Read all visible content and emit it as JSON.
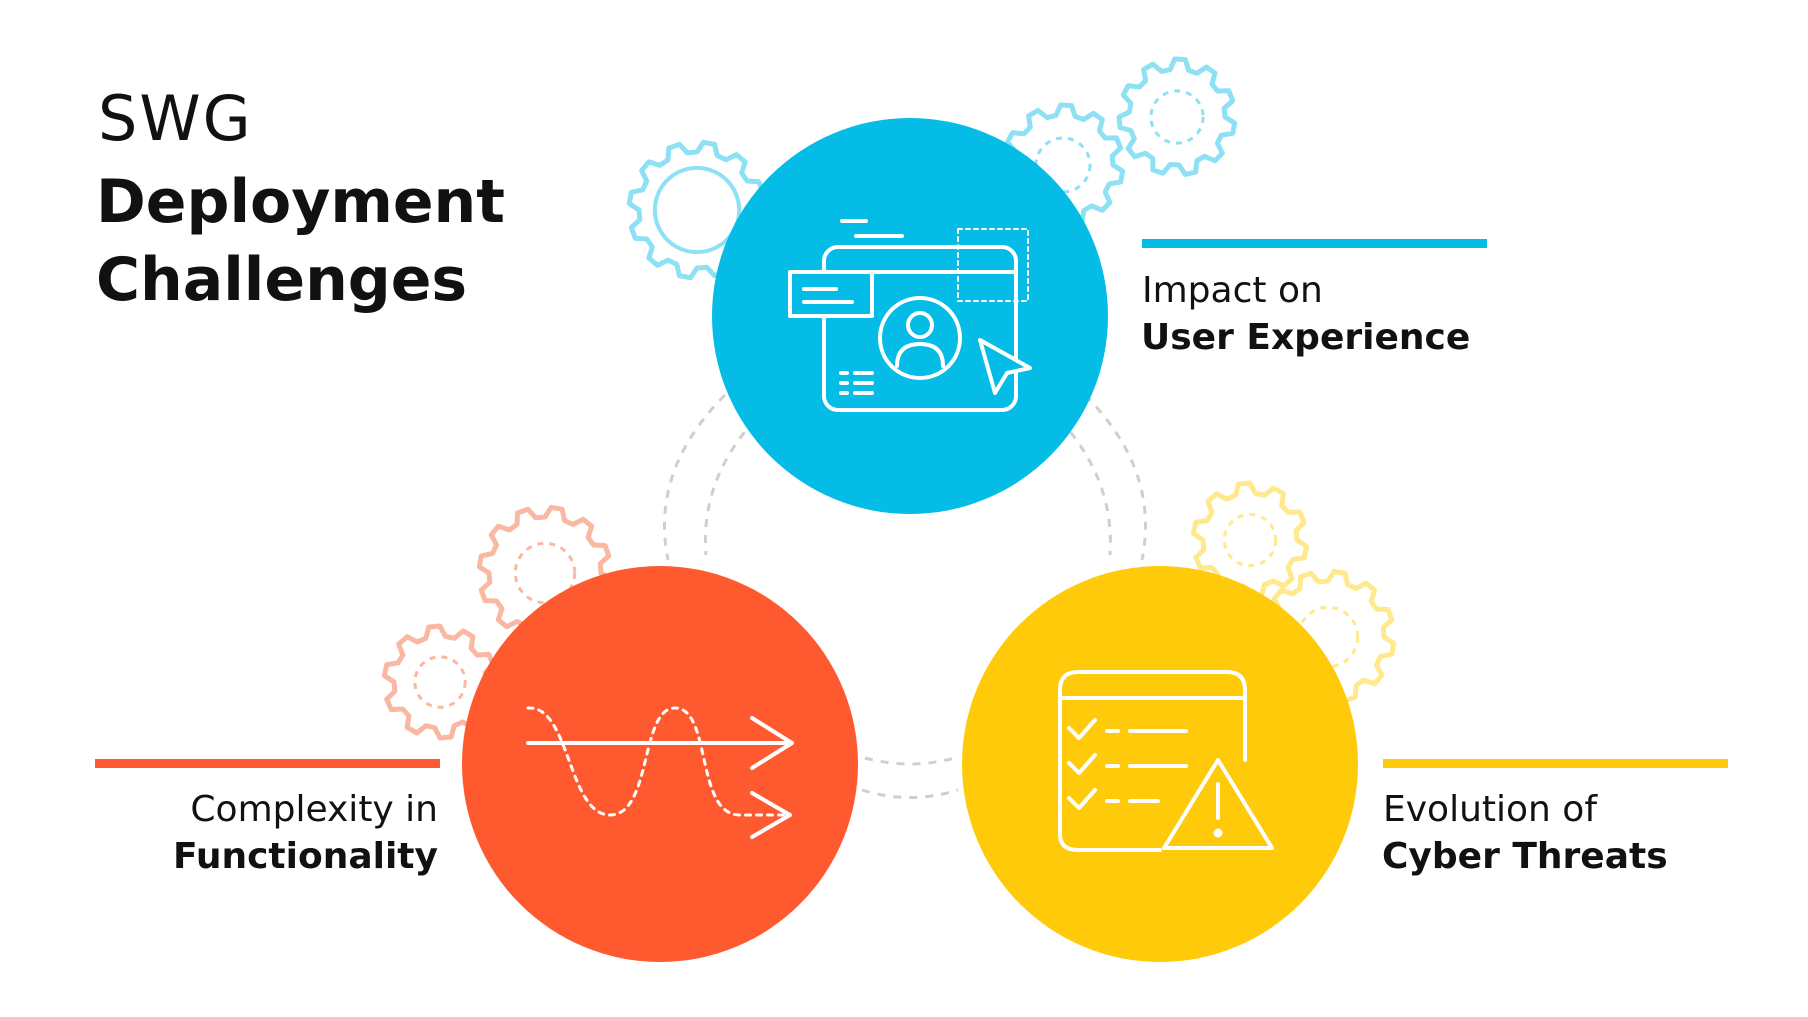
{
  "title": {
    "line1": "SWG",
    "line2": "Deployment",
    "line3": "Challenges"
  },
  "challenges": [
    {
      "id": "user-experience",
      "light": "Impact on",
      "bold": "User Experience",
      "color": "#04BCE6",
      "icon": "browser-user-icon"
    },
    {
      "id": "complexity",
      "light": "Complexity in",
      "bold": "Functionality",
      "color": "#FF5A2F",
      "icon": "wave-arrows-icon"
    },
    {
      "id": "cyber-threats",
      "light": "Evolution of",
      "bold": "Cyber Threats",
      "color": "#FFCA0A",
      "icon": "checklist-warning-icon"
    }
  ],
  "gear_colors": {
    "blue": "#8EE0F4",
    "orange": "#F9B8A2",
    "yellow": "#FFE98C"
  },
  "connector_color": "#CFCFCF"
}
